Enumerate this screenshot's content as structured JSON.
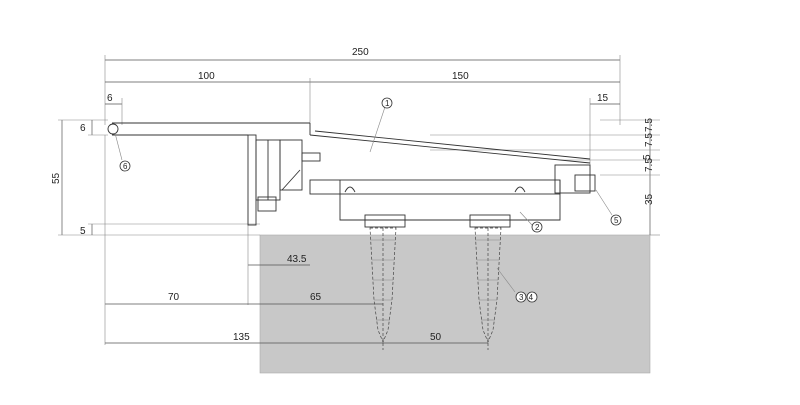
{
  "diagram": {
    "dimensions": {
      "total_width": "250",
      "left_width": "100",
      "right_width": "150",
      "nose_offset": "6",
      "right_offset": "15",
      "nose_height": "6",
      "overall_height": "55",
      "base_height": "5",
      "step_a": "7.5",
      "step_b": "7.5",
      "step_c": "5",
      "step_d": "7.5",
      "right_height": "35",
      "anchor_offset_1": "43.5",
      "left_offset": "70",
      "anchor_offset_2": "65",
      "anchor_spacing_total": "135",
      "anchor_spacing": "50"
    },
    "callouts": {
      "c1": "1",
      "c2": "2",
      "c34": "3 4",
      "c5": "5",
      "c6": "6"
    },
    "colors": {
      "substrate": "#c8c8c8",
      "line": "#333333"
    }
  }
}
